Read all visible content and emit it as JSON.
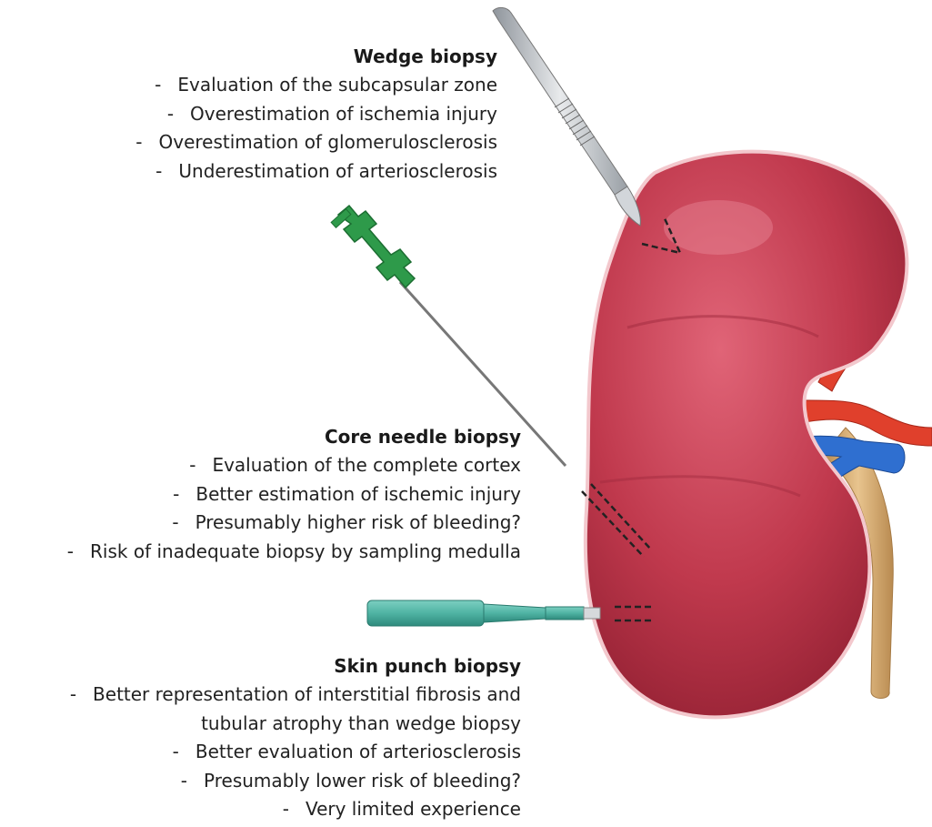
{
  "wedge": {
    "title": "Wedge biopsy",
    "items": [
      "Evaluation of the subcapsular zone",
      "Overestimation of ischemia injury",
      "Overestimation of glomerulosclerosis",
      "Underestimation of arteriosclerosis"
    ]
  },
  "core": {
    "title": "Core needle biopsy",
    "items": [
      "Evaluation of the complete cortex",
      "Better estimation of ischemic injury",
      "Presumably higher risk of bleeding?",
      "Risk of inadequate biopsy by sampling medulla"
    ]
  },
  "punch": {
    "title": "Skin punch biopsy",
    "item1_line1": "Better representation of interstitial fibrosis and",
    "item1_line2": "tubular atrophy than wedge biopsy",
    "items": [
      "Better evaluation of arteriosclerosis",
      "Presumably lower risk of bleeding?",
      "Very limited experience"
    ]
  },
  "dash": "-",
  "colors": {
    "kidney": "#c0394d",
    "kidney_dark": "#8e1e30",
    "artery": "#e0402c",
    "vein": "#2f6fd0",
    "ureter": "#d9b07a",
    "needle_hub": "#2e9a4a",
    "punch_tool": "#4fb3a3",
    "scalpel": "#bfc3c8"
  }
}
